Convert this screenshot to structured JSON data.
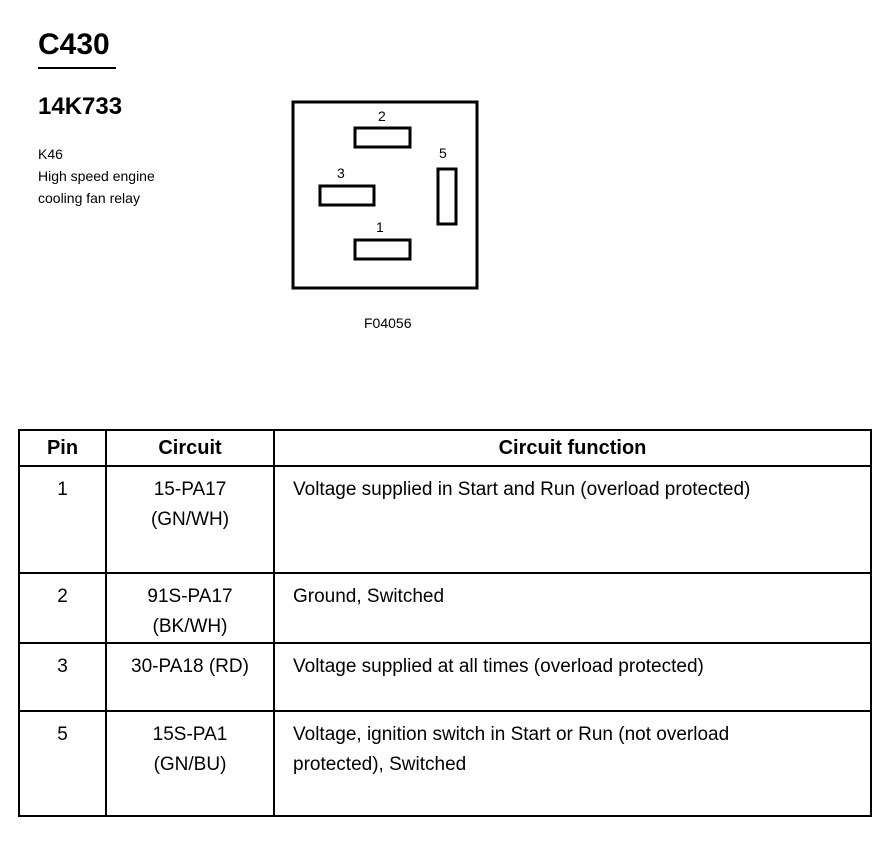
{
  "header": {
    "connector_id": "C430",
    "part_number": "14K733",
    "component_code": "K46",
    "component_desc_line1": "High speed engine",
    "component_desc_line2": "cooling fan relay"
  },
  "diagram": {
    "pin_labels": [
      "2",
      "3",
      "5",
      "1"
    ],
    "figure_id": "F04056"
  },
  "table": {
    "headers": [
      "Pin",
      "Circuit",
      "Circuit function"
    ],
    "rows": [
      {
        "pin": "1",
        "circuit_line1": "15-PA17",
        "circuit_line2": "(GN/WH)",
        "function_line1": "Voltage supplied in Start and Run (overload protected)",
        "function_line2": ""
      },
      {
        "pin": "2",
        "circuit_line1": "91S-PA17",
        "circuit_line2": "(BK/WH)",
        "function_line1": "Ground, Switched",
        "function_line2": ""
      },
      {
        "pin": "3",
        "circuit_line1": "30-PA18 (RD)",
        "circuit_line2": "",
        "function_line1": "Voltage supplied at all times (overload protected)",
        "function_line2": ""
      },
      {
        "pin": "5",
        "circuit_line1": "15S-PA1",
        "circuit_line2": "(GN/BU)",
        "function_line1": "Voltage, ignition switch in Start or Run (not overload",
        "function_line2": "protected), Switched"
      }
    ]
  }
}
